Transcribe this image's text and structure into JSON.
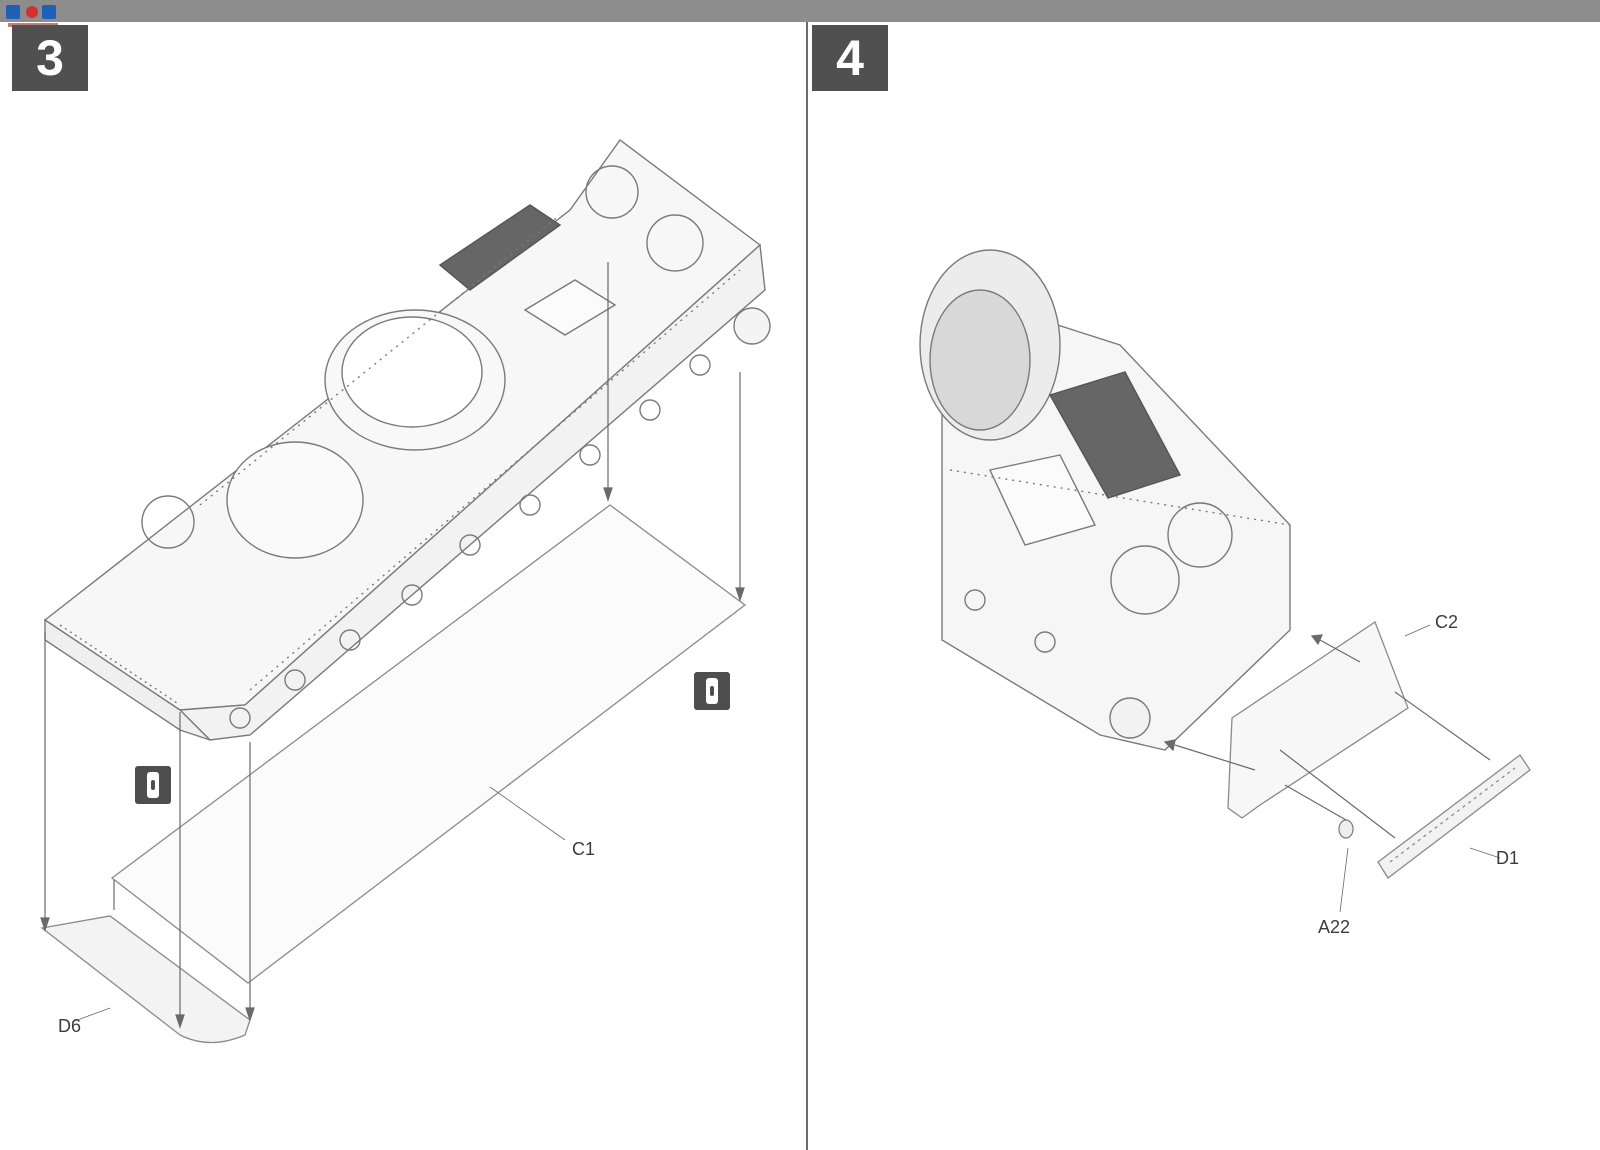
{
  "header": {
    "watermark_title": "",
    "watermark_url": ""
  },
  "steps": [
    {
      "number": "3",
      "parts": {
        "hull_floor": "C1",
        "rear_plate": "D6"
      }
    },
    {
      "number": "4",
      "parts": {
        "rear_panel": "C2",
        "tow_bar": "D1",
        "hook": "A22"
      }
    }
  ],
  "colors": {
    "step_box": "#505050",
    "line": "#6a6a6a",
    "vent_grille": "#666666",
    "warning": "#4e4e4e"
  },
  "icons": {
    "warning": "exclamation-warning-icon"
  }
}
